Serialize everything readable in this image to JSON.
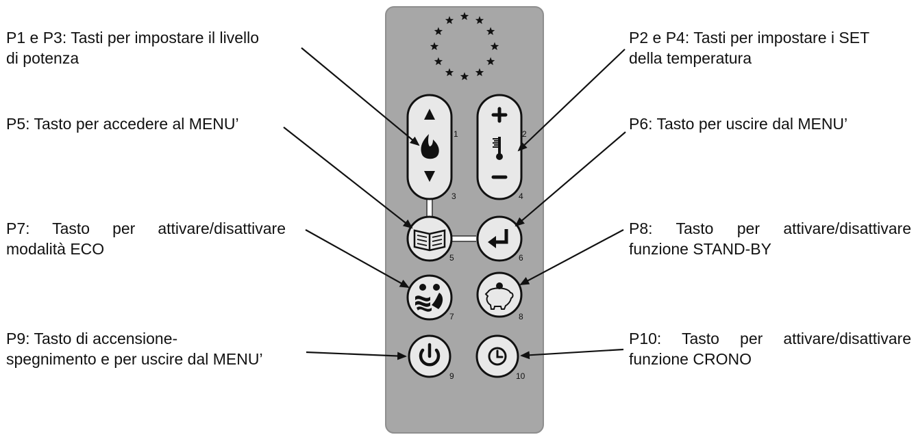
{
  "colors": {
    "panel": "#a7a7a7",
    "panel_border": "#8e8e8e",
    "button_fill": "#e8e8e8",
    "ink": "#111111",
    "line": "#111111"
  },
  "labels": {
    "p1_p3": {
      "line1": "P1 e P3: Tasti per impostare il livello",
      "line2": "di potenza"
    },
    "p2_p4": {
      "line1": "P2 e P4: Tasti per impostare i SET",
      "line2": "della temperatura"
    },
    "p5": {
      "line1": "P5: Tasto per accedere al MENU’"
    },
    "p6": {
      "line1": "P6: Tasto per uscire dal MENU’"
    },
    "p7": {
      "line1": "P7: Tasto per attivare/disattivare",
      "line2": "modalità ECO"
    },
    "p8": {
      "line1": "P8: Tasto per attivare/disattivare",
      "line2": "funzione STAND-BY"
    },
    "p9": {
      "line1": "P9: Tasto di accensione-",
      "line2": "spegnimento e per uscire dal MENU’"
    },
    "p10": {
      "line1": "P10: Tasto per attivare/disattivare",
      "line2": "funzione CRONO"
    }
  },
  "button_numbers": [
    "1",
    "2",
    "3",
    "4",
    "5",
    "6",
    "7",
    "8",
    "9",
    "10"
  ],
  "icons": {
    "p1": "triangle-up-icon",
    "p3": "triangle-down-icon",
    "flame": "flame-icon",
    "p2": "plus-icon",
    "p4": "minus-icon",
    "thermometer": "thermometer-icon",
    "p5": "book-icon",
    "p6": "enter-return-icon",
    "p7": "eco-waves-icon",
    "p8": "piggy-bank-icon",
    "p9": "power-icon",
    "p10": "clock-icon",
    "logo": "eu-stars-icon"
  }
}
